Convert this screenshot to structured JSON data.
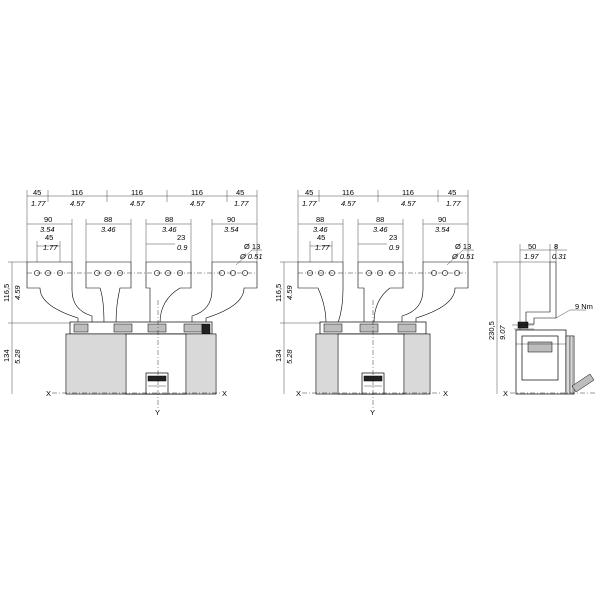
{
  "view_a": {
    "pitch_top": [
      "45",
      "116",
      "116",
      "116",
      "45"
    ],
    "pitch_top_in": [
      "1.77",
      "4.57",
      "4.57",
      "4.57",
      "1.77"
    ],
    "span_90_left": "90",
    "span_90_left_in": "3.54",
    "span_45": "45",
    "span_45_in": "1.77",
    "span_88_a": "88",
    "span_88_a_in": "3.46",
    "span_88_b": "88",
    "span_88_b_in": "3.46",
    "span_23": "23",
    "span_23_in": "0.9",
    "span_90_right": "90",
    "span_90_right_in": "3.54",
    "hole_dia": "Ø 13",
    "hole_dia_in": "Ø 0.51",
    "h_upper": "116,5",
    "h_upper_in": "4.59",
    "h_lower": "134",
    "h_lower_in": "5.28",
    "axis_x_left": "X",
    "axis_x_right": "X",
    "axis_y": "Y"
  },
  "view_b": {
    "pitch_top": [
      "45",
      "116",
      "116",
      "45"
    ],
    "pitch_top_in": [
      "1.77",
      "4.57",
      "4.57",
      "1.77"
    ],
    "span_88_a": "88",
    "span_88_a_in": "3.46",
    "span_45": "45",
    "span_45_in": "1.77",
    "span_88_b": "88",
    "span_88_b_in": "3.46",
    "span_23": "23",
    "span_23_in": "0.9",
    "span_90": "90",
    "span_90_in": "3.54",
    "hole_dia": "Ø 13",
    "hole_dia_in": "Ø 0.51",
    "h_upper": "116,5",
    "h_upper_in": "4.59",
    "h_lower": "134",
    "h_lower_in": "5.28",
    "axis_x_left": "X",
    "axis_x_right": "X",
    "axis_y": "Y"
  },
  "view_c": {
    "w_50": "50",
    "w_50_in": "1.97",
    "w_8": "8",
    "w_8_in": "0.31",
    "torque": "9 Nm",
    "h_total": "230,5",
    "h_total_in": "9.07",
    "axis_x": "X"
  }
}
